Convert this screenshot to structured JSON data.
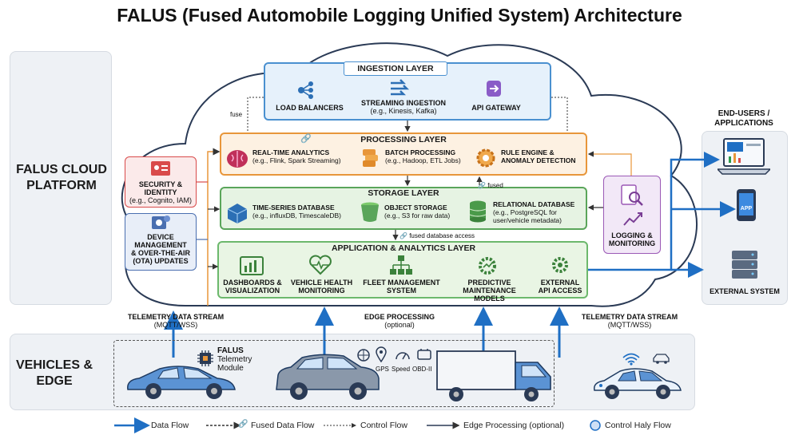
{
  "title": "FALUS (Fused Automobile Logging Unified System) Architecture",
  "cloud_platform_label": "FALUS CLOUD PLATFORM",
  "vehicles_edge_label": "VEHICLES & EDGE",
  "ingestion": {
    "title": "INGESTION LAYER",
    "load_balancers": "LOAD BALANCERS",
    "streaming_title": "STREAMING INGESTION",
    "streaming_sub": "(e.g., Kinesis, Kafka)",
    "api_gateway": "API GATEWAY",
    "fuse_label": "fuse"
  },
  "processing": {
    "title": "PROCESSING LAYER",
    "realtime_title": "REAL-TIME ANALYTICS",
    "realtime_sub": "(e.g., Flink, Spark Streaming)",
    "batch_title": "BATCH PROCESSING",
    "batch_sub": "(e.g., Hadoop, ETL Jobs)",
    "rule_title": "RULE ENGINE &",
    "rule_title2": "ANOMALY DETECTION"
  },
  "storage": {
    "title": "STORAGE LAYER",
    "fused_label": "fused",
    "ts_title": "TIME-SERIES DATABASE",
    "ts_sub": "(e.g., influxDB, TimescaleDB)",
    "obj_title": "OBJECT STORAGE",
    "obj_sub": "(e.g., S3 for raw data)",
    "rel_title": "RELATIONAL DATABASE",
    "rel_sub1": "(e.g., PostgreSQL for",
    "rel_sub2": "user/vehicle metadata)",
    "fused_db_access": "fused database access"
  },
  "application": {
    "title": "APPLICATION & ANALYTICS LAYER",
    "dash1": "DASHBOARDS &",
    "dash2": "VISUALIZATION",
    "health1": "VEHICLE HEALTH",
    "health2": "MONITORING",
    "fleet1": "FLEET MANAGEMENT",
    "fleet2": "SYSTEM",
    "pred1": "PREDICTIVE",
    "pred2": "MAINTENANCE MODELS",
    "ext1": "EXTERNAL",
    "ext2": "API ACCESS"
  },
  "security": {
    "line1": "SECURITY &",
    "line2": "IDENTITY",
    "line3": "(e.g., Cognito, IAM)"
  },
  "device": {
    "line1": "DEVICE",
    "line2": "MANAGEMENT",
    "line3": "& OVER-THE-AIR",
    "line4": "(OTA) UPDATES"
  },
  "logging": {
    "line1": "LOGGING &",
    "line2": "MONITORING"
  },
  "end_users": {
    "title1": "END-USERS /",
    "title2": "APPLICATIONS",
    "app_label": "APP",
    "external_system": "EXTERNAL SYSTEM"
  },
  "streams": {
    "left_title": "TELEMETRY DATA STREAM",
    "left_sub": "(MQTT/WSS)",
    "edge_title": "EDGE PROCESSING",
    "edge_sub": "(optional)",
    "right_title": "TELEMETRY DATA STREAM",
    "right_sub": "(MQTT/WSS)"
  },
  "telemetry_module": {
    "line1": "FALUS",
    "line2": "Telemetry",
    "line3": "Module"
  },
  "sensors": {
    "gps": "GPS",
    "speed": "Speed",
    "obd": "OBD-II"
  },
  "legend": {
    "data_flow": "Data Flow",
    "fused_data_flow": "Fused Data Flow",
    "control_flow": "Control Flow",
    "edge_processing": "Edge Processing (optional)",
    "control_haly_flow": "Control Haly Flow"
  },
  "colors": {
    "ingestion": "#4a90d0",
    "processing": "#e8963a",
    "storage": "#5aa55a",
    "application": "#6cb86c",
    "security": "#d94a4a",
    "device": "#4a6fb0",
    "logging": "#9b59b6",
    "flow_blue": "#1f6fc4"
  }
}
